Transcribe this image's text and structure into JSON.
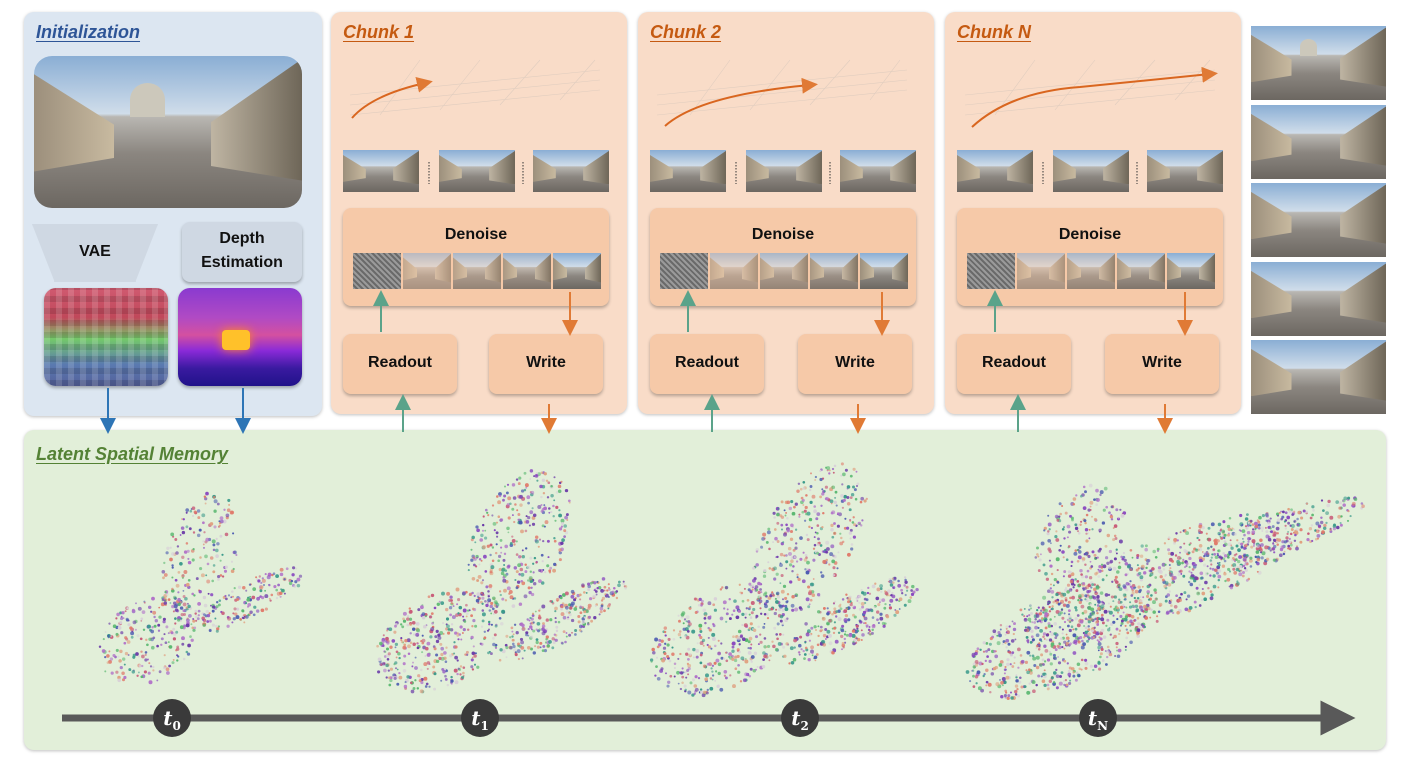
{
  "init": {
    "title": "Initialization",
    "vae_label": "VAE",
    "depth_label_1": "Depth",
    "depth_label_2": "Estimation"
  },
  "chunks": [
    {
      "title": "Chunk 1",
      "denoise": "Denoise",
      "readout": "Readout",
      "write": "Write"
    },
    {
      "title": "Chunk 2",
      "denoise": "Denoise",
      "readout": "Readout",
      "write": "Write"
    },
    {
      "title": "Chunk N",
      "denoise": "Denoise",
      "readout": "Readout",
      "write": "Write"
    }
  ],
  "memory": {
    "title": "Latent Spatial Memory"
  },
  "timeline": [
    {
      "base": "t",
      "sub": "0"
    },
    {
      "base": "t",
      "sub": "1"
    },
    {
      "base": "t",
      "sub": "2"
    },
    {
      "base": "t",
      "sub": "N"
    }
  ],
  "colors": {
    "init_bg": "#dce6f1",
    "init_title": "#2e5597",
    "chunk_bg": "#f9dcc8",
    "chunk_title": "#c55a11",
    "memory_bg": "#e2efd9",
    "memory_title": "#548235",
    "readout_arrow": "#5ba38a",
    "write_arrow": "#e07a35",
    "init_arrow": "#2e75b6",
    "timeline": "#595959"
  }
}
